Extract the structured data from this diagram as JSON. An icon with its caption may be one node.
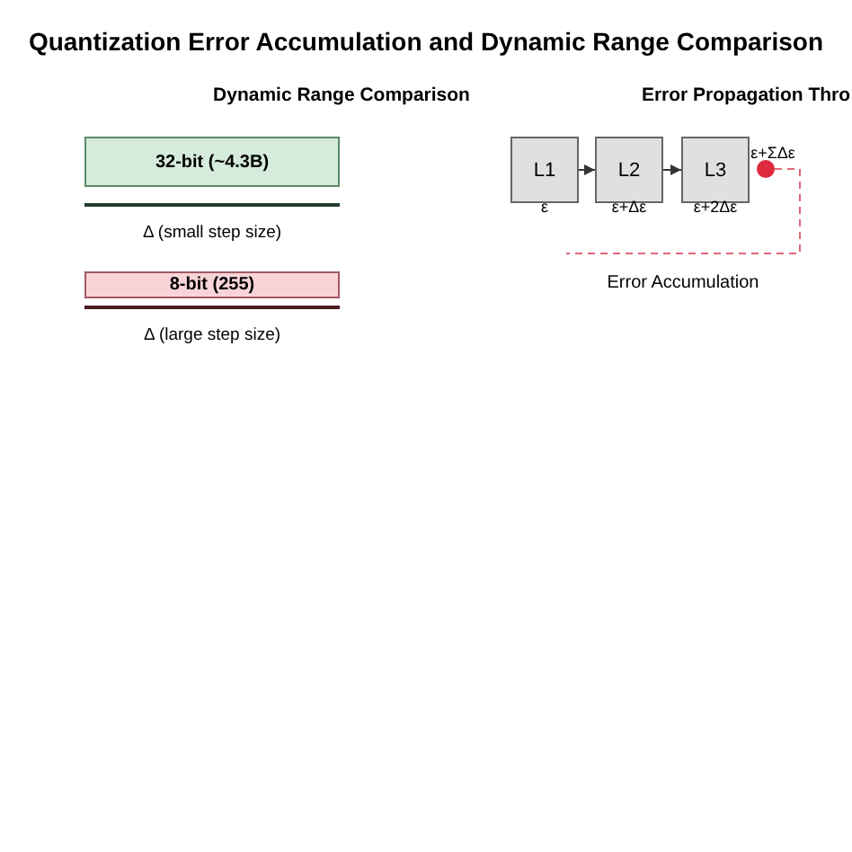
{
  "diagram": {
    "title": "Quantization Error Accumulation and Dynamic Range Comparison",
    "nodes": [
      {
        "text": [
          "32-bit (~4.3B)"
        ],
        "beside": [
          "Δ (small step size)"
        ]
      },
      {
        "text": [
          "8-bit (255)"
        ],
        "beside": [
          "Δ (large step size)"
        ]
      },
      {
        "text": [
          "L1"
        ],
        "beside": [
          "ε"
        ]
      },
      {
        "text": [
          "L2"
        ],
        "beside": [
          "ε+Δε"
        ]
      },
      {
        "text": [
          "L3"
        ],
        "beside": [
          "ε+2Δε"
        ]
      },
      {
        "text": [],
        "shape": "circle",
        "beside": [
          "ε+ΣΔε"
        ]
      }
    ],
    "edges": [
      {
        "from": 2,
        "to": 3,
        "arrow": "to"
      },
      {
        "from": 3,
        "to": 4,
        "arrow": "to"
      },
      {
        "from": 5,
        "to": null,
        "arrow": "none",
        "style": "dashed",
        "color": "#e06878"
      }
    ],
    "labels": [
      "Dynamic Range Comparison",
      "Error Propagation Thro",
      "Error Accumulation"
    ]
  }
}
